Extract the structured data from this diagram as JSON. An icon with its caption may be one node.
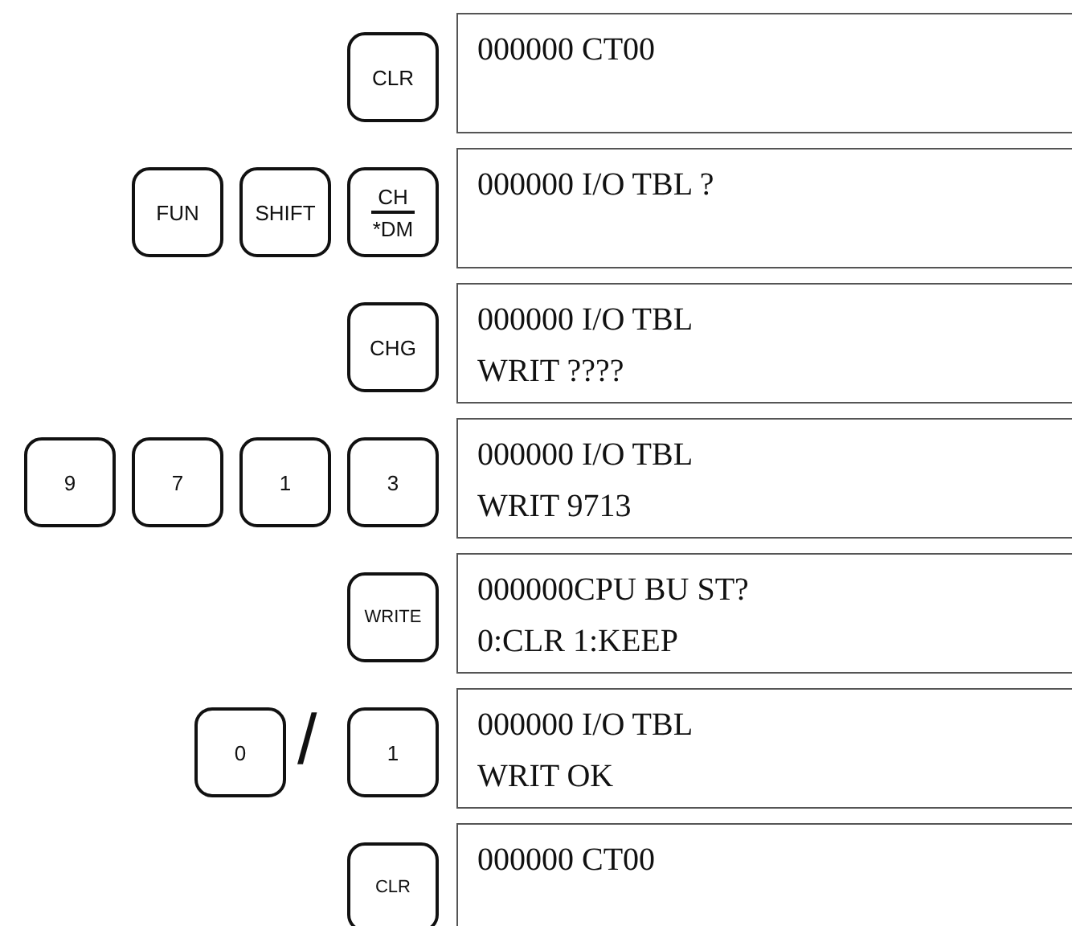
{
  "diagram": {
    "nodes": [
      {
        "text": [
          "CLR"
        ]
      },
      {
        "text": [
          "000000 CT00"
        ]
      },
      {
        "text": [
          "FUN"
        ]
      },
      {
        "text": [
          "SHIFT"
        ]
      },
      {
        "text": [
          "CH",
          "*DM"
        ]
      },
      {
        "text": [
          "000000 I/O TBL ?"
        ]
      },
      {
        "text": [
          "CHG"
        ]
      },
      {
        "text": [
          "000000 I/O TBL",
          "WRIT ????"
        ]
      },
      {
        "text": [
          "9"
        ]
      },
      {
        "text": [
          "7"
        ]
      },
      {
        "text": [
          "1"
        ]
      },
      {
        "text": [
          "3"
        ]
      },
      {
        "text": [
          "000000 I/O TBL",
          "WRIT 9713"
        ]
      },
      {
        "text": [
          "WRITE"
        ]
      },
      {
        "text": [
          "000000CPU BU ST?",
          "0:CLR 1:KEEP"
        ]
      },
      {
        "text": [
          "0"
        ]
      },
      {
        "text": [
          "1"
        ]
      },
      {
        "text": [
          "000000 I/O TBL",
          "WRIT OK"
        ]
      },
      {
        "text": [
          "CLR"
        ]
      },
      {
        "text": [
          "000000 CT00"
        ]
      }
    ],
    "labels": [
      "/"
    ]
  }
}
